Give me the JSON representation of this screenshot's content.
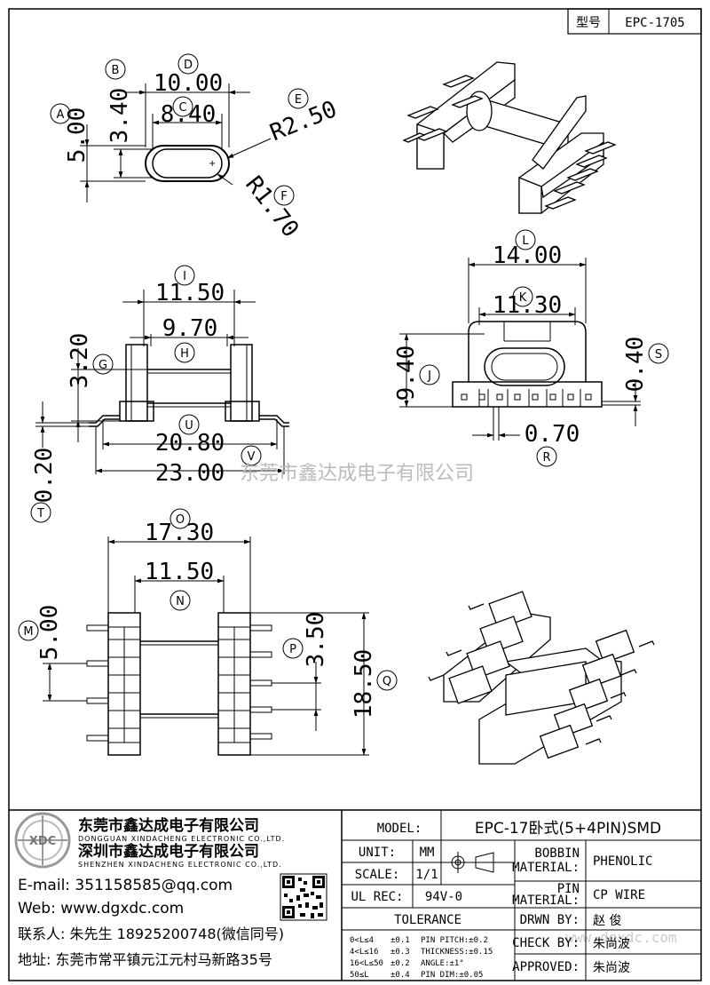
{
  "title_block_top": {
    "type_label": "型号",
    "type_value": "EPC-1705"
  },
  "dimensions": {
    "A": {
      "letter": "A",
      "value": "5.00"
    },
    "B": {
      "letter": "B",
      "value": "3.40"
    },
    "C": {
      "letter": "C",
      "value": "8.40"
    },
    "D": {
      "letter": "D",
      "value": "10.00"
    },
    "E": {
      "letter": "E",
      "value": "R2.50"
    },
    "F": {
      "letter": "F",
      "value": "R1.70"
    },
    "G": {
      "letter": "G",
      "value": "3.20"
    },
    "H": {
      "letter": "H",
      "value": "9.70"
    },
    "I": {
      "letter": "I",
      "value": "11.50"
    },
    "J": {
      "letter": "J",
      "value": "9.40"
    },
    "K": {
      "letter": "K",
      "value": "11.30"
    },
    "L": {
      "letter": "L",
      "value": "14.00"
    },
    "M": {
      "letter": "M",
      "value": "5.00"
    },
    "N": {
      "letter": "N",
      "value": "11.50"
    },
    "O": {
      "letter": "O",
      "value": "17.30"
    },
    "P": {
      "letter": "P",
      "value": "3.50"
    },
    "Q": {
      "letter": "Q",
      "value": "18.50"
    },
    "R": {
      "letter": "R",
      "value": "0.70"
    },
    "S": {
      "letter": "S",
      "value": "0.40"
    },
    "T": {
      "letter": "T",
      "value": "0.20"
    },
    "U": {
      "letter": "U",
      "value": "20.80"
    },
    "V": {
      "letter": "V",
      "value": "23.00"
    }
  },
  "watermark": "东莞市鑫达成电子有限公司",
  "watermark2": "www.dgxdc.com",
  "company": {
    "name_dg": "东莞市鑫达成电子有限公司",
    "name_dg_en": "DONGGUAN XINDACHENG ELECTRONIC CO.,LTD.",
    "name_sz": "深圳市鑫达成电子有限公司",
    "name_sz_en": "SHENZHEN XINDACHENG ELECTRONIC CO.,LTD.",
    "email": "E-mail: 351158585@qq.com",
    "web": "Web: www.dgxdc.com",
    "contact": "联系人: 朱先生 18925200748(微信同号)",
    "address": "地址: 东莞市常平镇元江元村马新路35号"
  },
  "title_block": {
    "model_label": "MODEL:",
    "model_value": "EPC-17卧式(5+4PIN)SMD",
    "unit_label": "UNIT:",
    "unit_value": "MM",
    "scale_label": "SCALE:",
    "scale_value": "1/1",
    "ulrec_label": "UL REC:",
    "ulrec_value": "94V-0",
    "tolerance_label": "TOLERANCE",
    "tol_rows": [
      [
        "0<L≤4",
        "±0.1",
        "PIN PITCH:±0.2"
      ],
      [
        "4<L≤16",
        "±0.3",
        "THICKNESS:±0.15"
      ],
      [
        "16<L≤50",
        "±0.2",
        "ANGLE:±1°"
      ],
      [
        "50≤L",
        "±0.4",
        "PIN DIM:±0.05"
      ]
    ],
    "bobbin_label_1": "BOBBIN",
    "bobbin_label_2": "MATERIAL:",
    "bobbin_value": "PHENOLIC",
    "pin_label_1": "PIN",
    "pin_label_2": "MATERIAL:",
    "pin_value": "CP WIRE",
    "drwn_label": "DRWN BY:",
    "drwn_value": "赵 俊",
    "check_label": "CHECK BY:",
    "check_value": "朱尚波",
    "approved_label": "APPROVED:",
    "approved_value": "朱尚波"
  },
  "logo_text": "XDC"
}
